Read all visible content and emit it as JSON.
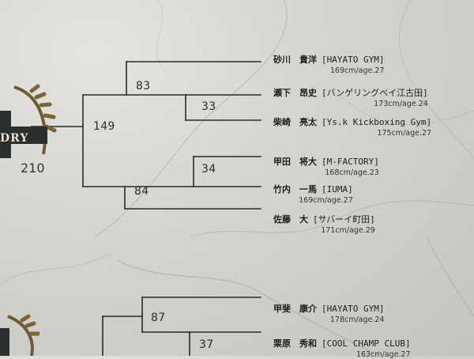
{
  "bracket_top": {
    "emblem_text": "DRY",
    "emblem_score": "210",
    "semifinal_score": "149",
    "round_scores": [
      "83",
      "33",
      "34",
      "84"
    ],
    "fighters": [
      {
        "name": "砂川　貴洋",
        "gym": "[HAYATO GYM]",
        "stats": "169cm/age.27"
      },
      {
        "name": "瀬下　昂史",
        "gym": "[バンゲリングベイ江古田]",
        "stats": "173cm/age.24"
      },
      {
        "name": "柴崎　亮太",
        "gym": "[Ys.k Kickboxing Gym]",
        "stats": "175cm/age.27"
      },
      {
        "name": "甲田　将大",
        "gym": "[M-FACTORY]",
        "stats": "168cm/age.23"
      },
      {
        "name": "竹内　一馬",
        "gym": "[IUMA]",
        "stats": "169cm/age.27"
      },
      {
        "name": "佐藤　大",
        "gym": "[サバーイ町田]",
        "stats": "171cm/age.29"
      }
    ]
  },
  "bracket_bottom": {
    "round_scores": [
      "87",
      "37"
    ],
    "fighters": [
      {
        "name": "甲斐　康介",
        "gym": "[HAYATO GYM]",
        "stats": "178cm/age.24"
      },
      {
        "name": "栗原　秀和",
        "gym": "[COOL CHAMP CLUB]",
        "stats": "163cm/age.27"
      }
    ]
  },
  "colors": {
    "line": "#2a2a2a",
    "laurel": "#6e5a34",
    "emblem": "#2b2f2d"
  }
}
